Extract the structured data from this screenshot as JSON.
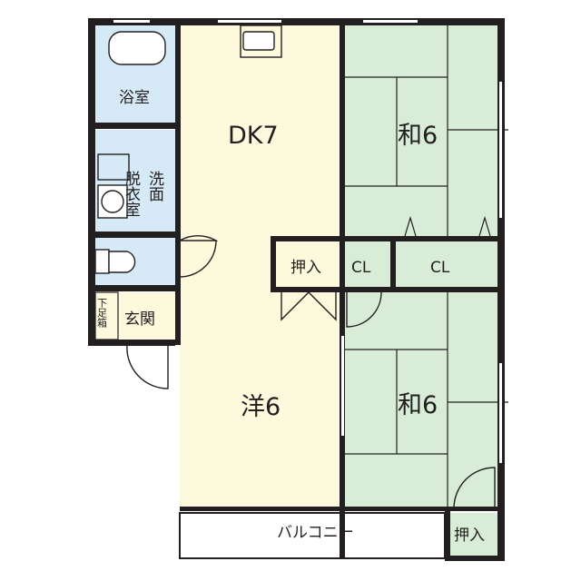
{
  "floorplan": {
    "rooms": {
      "bath": "浴室",
      "washroom_a": "脱衣室",
      "washroom_b": "洗面",
      "dk": "DK7",
      "western": "洋6",
      "japanese_top": "和6",
      "japanese_bottom": "和6",
      "closet_dk": "押入",
      "cl_small": "CL",
      "cl_large": "CL",
      "entrance": "玄関",
      "shoe_box": "下足箱",
      "balcony": "バルコニー",
      "closet_bottom": "押入"
    },
    "colors": {
      "wet_area": "#d5e9f7",
      "living": "#fdf9dd",
      "tatami": "#d8ecd8",
      "wall": "#231f20"
    }
  }
}
